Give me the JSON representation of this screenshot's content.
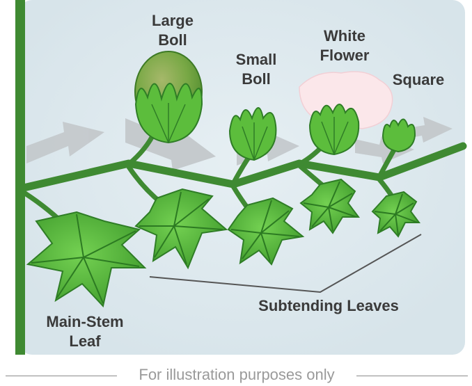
{
  "labels": {
    "large_boll": [
      "Large",
      "Boll"
    ],
    "small_boll": [
      "Small",
      "Boll"
    ],
    "white_flower": [
      "White",
      "Flower"
    ],
    "square": "Square",
    "subtending_leaves": "Subtending Leaves",
    "main_stem_leaf": [
      "Main-Stem",
      "Leaf"
    ]
  },
  "footer": {
    "text": "For illustration purposes only"
  },
  "colors": {
    "background_panel": "#dfe9ee",
    "stem": "#3f8a32",
    "leaf": "#54b63c",
    "leaf_dark": "#2f7d26",
    "boll": "#6aaa3c",
    "flower": "#fbe7ea",
    "arrow": "#c4c9cc",
    "label_text": "#3a3a3a",
    "footer_text": "#9a9a9a"
  }
}
